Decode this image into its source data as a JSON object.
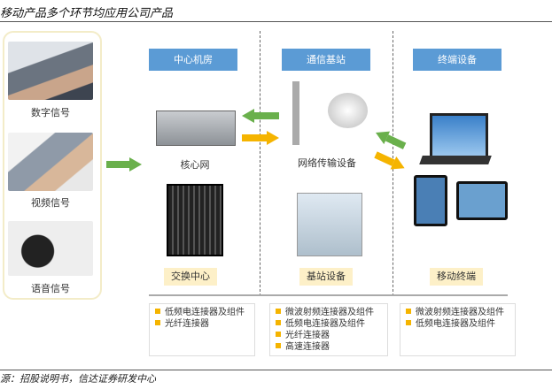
{
  "title": "移动产品多个环节均应用公司产品",
  "inputs": [
    {
      "label": "数字信号",
      "icon": "laptop-typing-photo"
    },
    {
      "label": "视频信号",
      "icon": "tablet-photo"
    },
    {
      "label": "语音信号",
      "icon": "headphones-photo"
    }
  ],
  "sections": [
    {
      "header": "中心机房",
      "device_label": "核心网",
      "tag": "交换中心",
      "items": [
        "低频电连接器及组件",
        "光纤连接器"
      ]
    },
    {
      "header": "通信基站",
      "device_label": "网络传输设备",
      "tag": "基站设备",
      "items": [
        "微波射频连接器及组件",
        "低频电连接器及组件",
        "光纤连接器",
        "高速连接器"
      ]
    },
    {
      "header": "终端设备",
      "tag": "移动终端",
      "items": [
        "微波射频连接器及组件",
        "低频电连接器及组件"
      ]
    }
  ],
  "colors": {
    "header": "#5b9bd5",
    "arrow_green": "#6ab04c",
    "arrow_orange": "#f5b400",
    "tag": "#fdf0c8"
  },
  "source": "源：招股说明书，信达证券研发中心"
}
